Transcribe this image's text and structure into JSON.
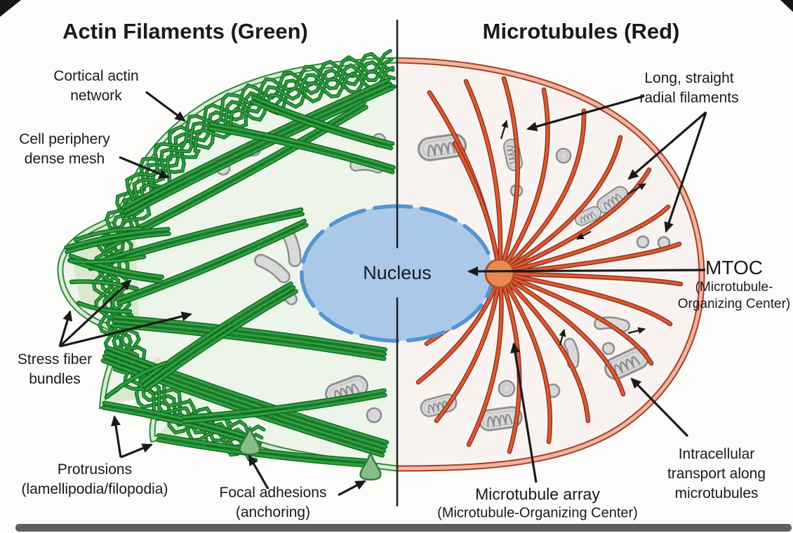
{
  "titles": {
    "left": "Actin Filaments (Green)",
    "right": "Microtubules (Red)"
  },
  "cell": {
    "nucleus_label": "Nucleus"
  },
  "annotations": {
    "cortical_actin": {
      "lines": [
        "Cortical actin",
        "network"
      ]
    },
    "cell_periphery": {
      "lines": [
        "Cell periphery",
        "dense mesh"
      ]
    },
    "stress_fibers": {
      "lines": [
        "Stress fiber",
        "bundles"
      ]
    },
    "protrusions": {
      "lines": [
        "Protrusions",
        "(lamellipodia/filopodia)"
      ]
    },
    "focal_adhesions": {
      "lines": [
        "Focal adhesions",
        "(anchoring)"
      ]
    },
    "radial_filaments": {
      "lines": [
        "Long, straight",
        "radial filaments"
      ]
    },
    "mtoc": {
      "title": "MTOC",
      "lines": [
        "(Microtubule-",
        "Organizing Center)"
      ]
    },
    "microtubule_array": {
      "lines": [
        "Microtubule array",
        "(Microtubule-Organizing Center)"
      ]
    },
    "intracellular_transport": {
      "lines": [
        "Intracellular",
        "transport along",
        "microtubules"
      ]
    }
  },
  "colors": {
    "actin_core": "#2fa03f",
    "actin_outline": "#0f6a20",
    "actin_membrane_line": "#2e8a3a",
    "actin_membrane_band": "#d8ebd2",
    "cytoplasm_left": "#edf5ea",
    "lamellipodia": "#d9e9d0",
    "focal_fill": "#8abc88",
    "focal_border": "#2e7d3c",
    "mt_core": "#dd5a31",
    "mt_outline": "#8e2f1c",
    "mt_membrane_line": "#a2402a",
    "mt_membrane_band": "#f3b49d",
    "cytoplasm_right": "#f8f3f0",
    "mtoc_fill": "#e78a52",
    "mtoc_border": "#b4512a",
    "nucleus_fill": "#aac9e9",
    "nucleus_border": "#5593d2",
    "organelle_fill": "#d9d9d9",
    "organelle_border": "#8e8e8e",
    "organelle_inner": "#c6c6c6",
    "ink": "#1a1a1a",
    "divider": "#222222",
    "background": "#fcfcfb"
  }
}
